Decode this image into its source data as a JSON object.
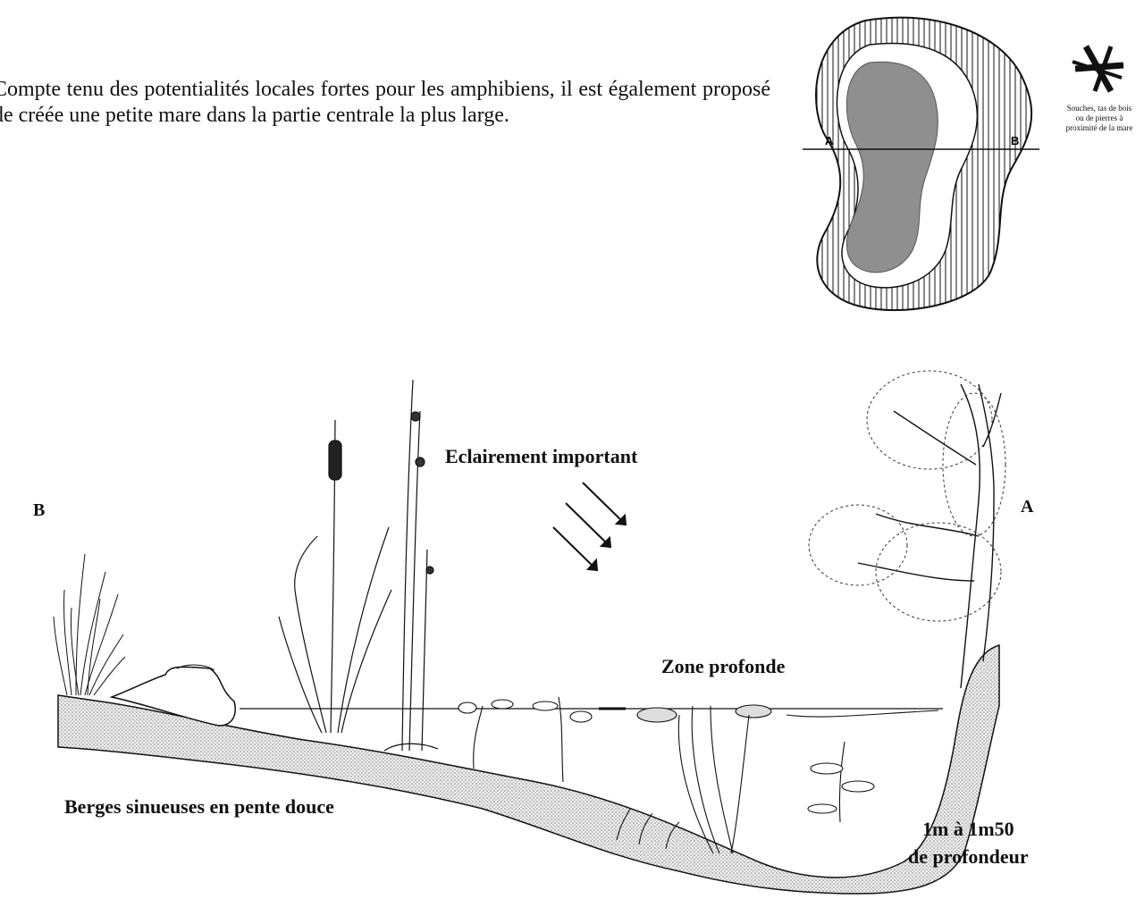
{
  "intro": {
    "text": "Compte tenu des potentialités locales fortes pour les amphibiens, il est également proposé de créée une petite mare dans la partie centrale la plus large."
  },
  "plan": {
    "label_a": "A",
    "label_b": "B"
  },
  "legend": {
    "stumps_line1": "Souches, tas de bois",
    "stumps_line2": "ou de pierres à",
    "stumps_line3": "proximité de la mare"
  },
  "section": {
    "label_b": "B",
    "label_a": "A",
    "lighting": "Eclairement important",
    "deep_zone": "Zone profonde",
    "banks": "Berges sinueuses en pente douce",
    "depth_line1": "1m à 1m50",
    "depth_line2": "de profondeur"
  },
  "colors": {
    "water": "#8f8f8f",
    "ink": "#111111",
    "soil": "#bdbdbd"
  }
}
